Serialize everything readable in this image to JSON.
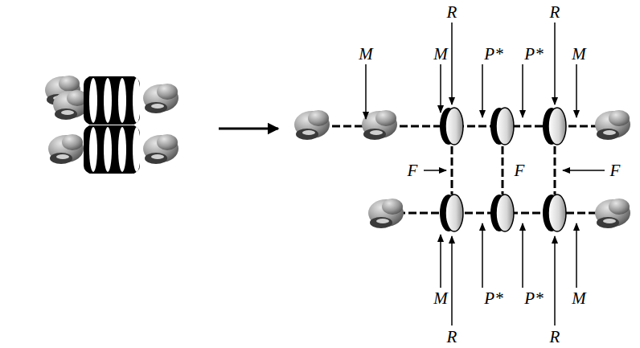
{
  "diagram": {
    "labels": [
      "R",
      "R",
      "M",
      "M",
      "P*",
      "P*",
      "M",
      "F",
      "F",
      "F",
      "M",
      "P*",
      "P*",
      "M",
      "R",
      "R"
    ]
  }
}
